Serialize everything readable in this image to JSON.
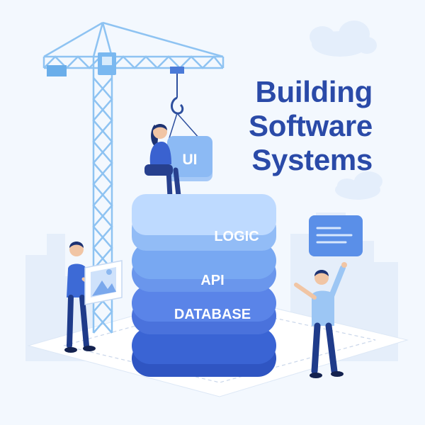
{
  "title": {
    "line1": "Building",
    "line2": "Software",
    "line3": "Systems"
  },
  "layers": {
    "ui": "UI",
    "logic": "LOGIC",
    "api": "API",
    "database": "DATABASE"
  },
  "colors": {
    "title": "#2a4aa8",
    "crane": "#8ec3f2",
    "ui_panel": "#8cbaf4",
    "logic_layer": "#a6ccfa",
    "api_layer": "#78a8f2",
    "database_layer": "#5a84e8",
    "base_layer": "#3a64d4",
    "background": "#f3f8fe"
  },
  "icons": [
    "crane-icon",
    "hook-icon",
    "woman-icon",
    "man-left-icon",
    "man-right-icon",
    "image-card-icon",
    "text-card-icon",
    "cloud-icon",
    "city-skyline-icon"
  ]
}
